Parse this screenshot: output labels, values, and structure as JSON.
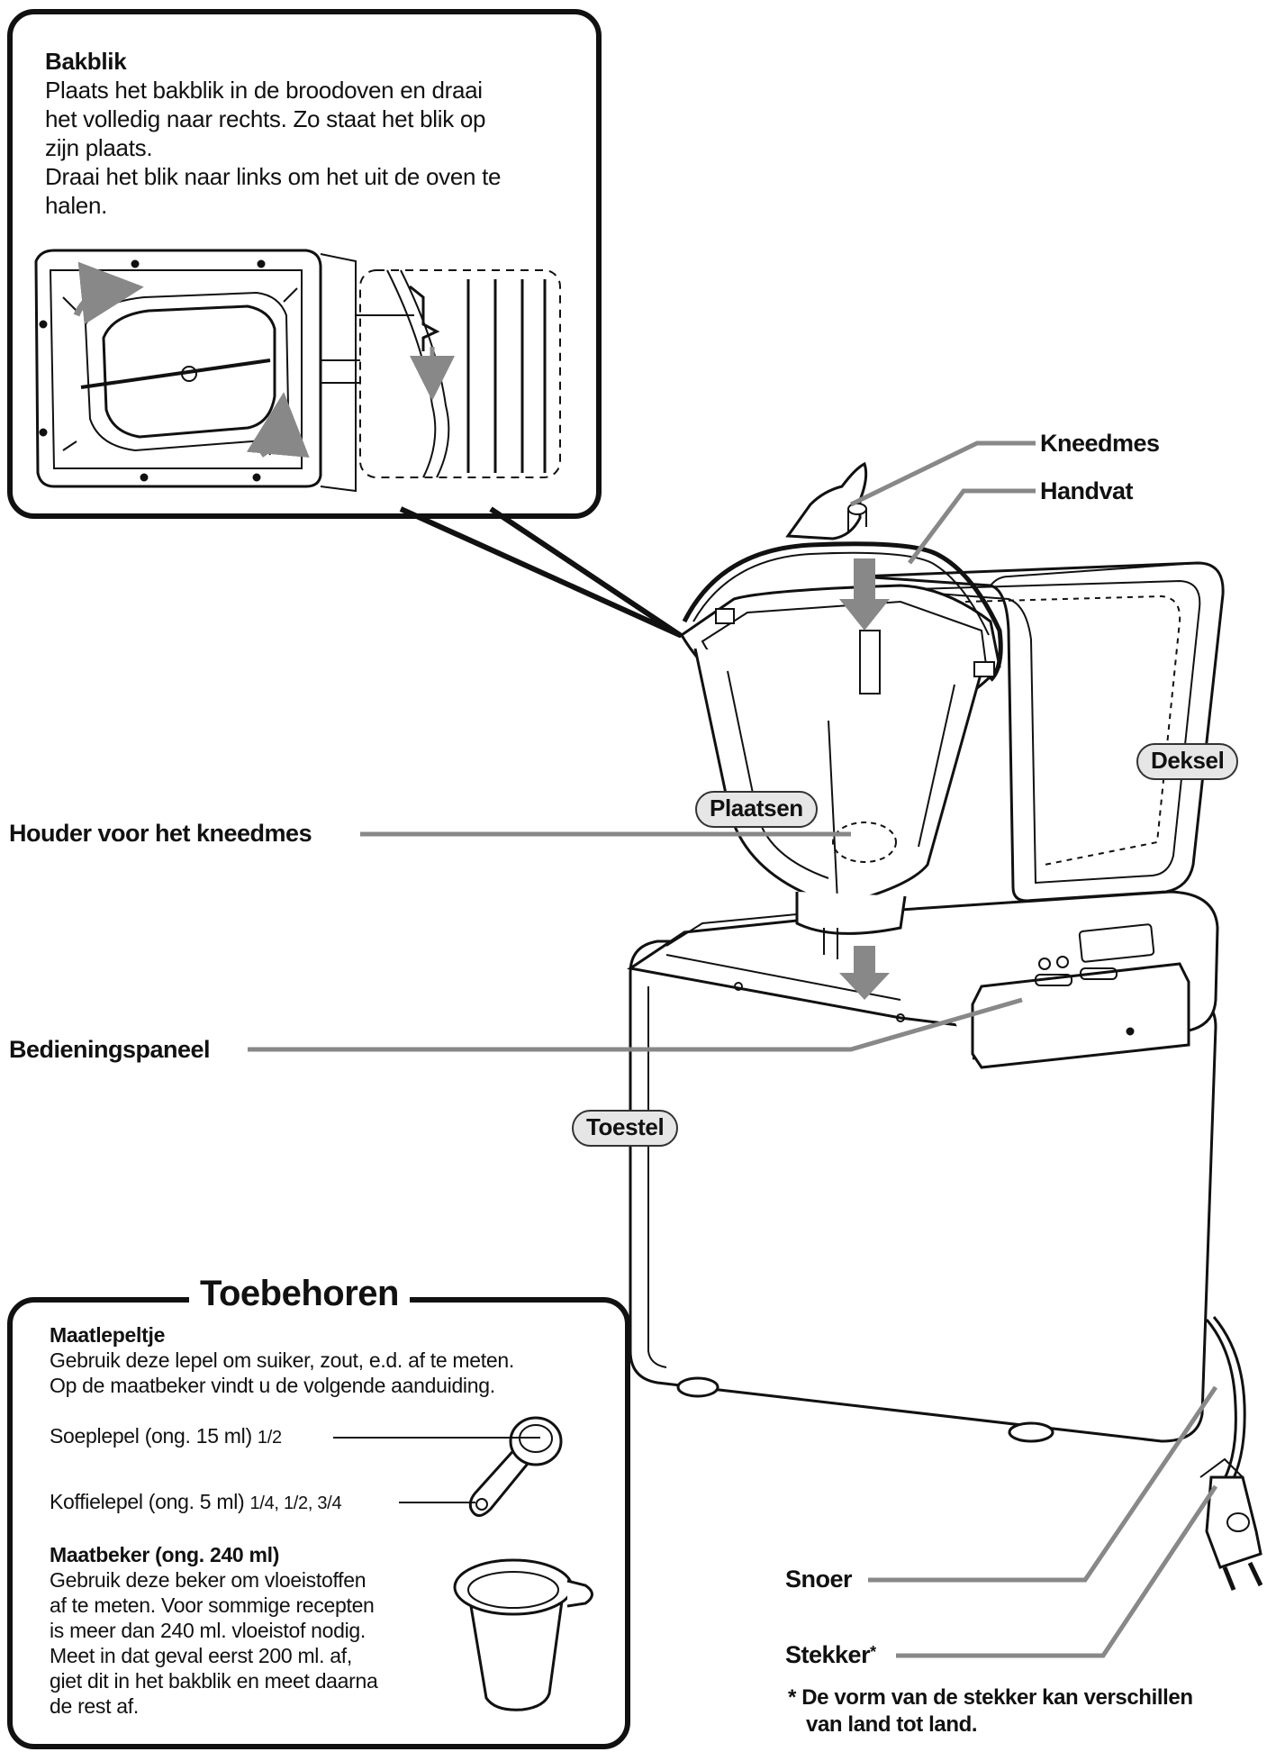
{
  "callout": {
    "title": "Bakblik",
    "line1": "Plaats het bakblik in de broodoven en draai",
    "line2": "het volledig naar rechts. Zo staat het blik op",
    "line3": "zijn plaats.",
    "line4": "Draai het blik naar links om het uit de oven te",
    "line5": "halen."
  },
  "labels": {
    "kneedmes": "Kneedmes",
    "handvat": "Handvat",
    "deksel": "Deksel",
    "plaatsen": "Plaatsen",
    "houder": "Houder voor het kneedmes",
    "bedieningspaneel": "Bedieningspaneel",
    "toestel": "Toestel",
    "snoer": "Snoer",
    "stekker": "Stekker",
    "stekker_mark": "*"
  },
  "footnote": {
    "line1": "* De vorm van de stekker kan verschillen",
    "line2": "van land tot land."
  },
  "accessories": {
    "title": "Toebehoren",
    "spoon_title": "Maatlepeltje",
    "spoon_line1": "Gebruik deze lepel om suiker, zout, e.d. af te meten.",
    "spoon_line2": "Op de maatbeker vindt u de volgende aanduiding.",
    "soeplepel": "Soeplepel (ong. 15 ml)",
    "soeplepel_frac": "1/2",
    "koffielepel": "Koffielepel (ong. 5 ml)",
    "koffielepel_frac1": "1/4",
    "koffielepel_frac2": "1/2",
    "koffielepel_frac3": "3/4",
    "cup_title": "Maatbeker (ong. 240 ml)",
    "cup_line1": "Gebruik deze beker om vloeistoffen",
    "cup_line2": "af te meten. Voor sommige recepten",
    "cup_line3": "is meer dan 240 ml. vloeistof nodig.",
    "cup_line4": "Meet in dat geval eerst 200 ml. af,",
    "cup_line5": "giet dit in het bakblik en meet daarna",
    "cup_line6": "de rest af."
  }
}
